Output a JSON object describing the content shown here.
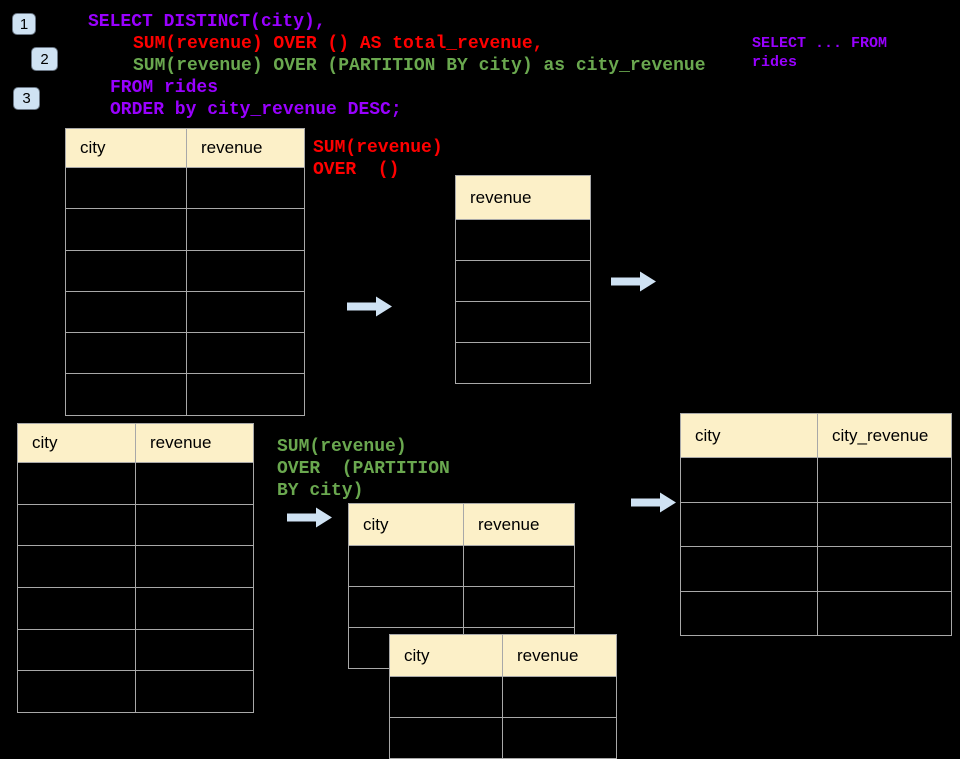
{
  "colors": {
    "background": "#000000",
    "purple": "#9900ff",
    "red": "#ff0000",
    "green": "#6aa84f",
    "header_fill": "#fcf0c8",
    "table_border": "#a8a8a8",
    "arrow_fill": "#cfe2f3",
    "badge_fill": "#cfe2f3"
  },
  "badges": [
    {
      "label": "1"
    },
    {
      "label": "2"
    },
    {
      "label": "3"
    }
  ],
  "code": {
    "lines": [
      {
        "text": "SELECT DISTINCT(city),",
        "color": "#9900ff"
      },
      {
        "text": "SUM(revenue) OVER () AS total_revenue,",
        "color": "#ff0000"
      },
      {
        "text": "SUM(revenue) OVER (PARTITION BY city) as city_revenue",
        "color": "#6aa84f"
      },
      {
        "text": "FROM rides",
        "color": "#9900ff"
      },
      {
        "text": "ORDER by city_revenue DESC;",
        "color": "#9900ff"
      }
    ]
  },
  "side_note": {
    "color": "#9900ff",
    "lines": [
      {
        "text": "SELECT ... FROM"
      },
      {
        "text": "rides"
      }
    ]
  },
  "annotations": {
    "total": {
      "color": "#ff0000",
      "lines": [
        {
          "text": "SUM(revenue)"
        },
        {
          "text": "OVER  ()"
        }
      ]
    },
    "partition": {
      "color": "#6aa84f",
      "lines": [
        {
          "text": "SUM(revenue)"
        },
        {
          "text": "OVER  (PARTITION"
        },
        {
          "text": "BY city)"
        }
      ]
    }
  },
  "tables": [
    {
      "id": "src1",
      "columns": [
        "city",
        "revenue"
      ],
      "body_rows": 6
    },
    {
      "id": "total",
      "columns": [
        "revenue"
      ],
      "body_rows": 4
    },
    {
      "id": "src2",
      "columns": [
        "city",
        "revenue"
      ],
      "body_rows": 6
    },
    {
      "id": "part1",
      "columns": [
        "city",
        "revenue"
      ],
      "body_rows": 3
    },
    {
      "id": "part2",
      "columns": [
        "city",
        "revenue"
      ],
      "body_rows": 2
    },
    {
      "id": "result",
      "columns": [
        "city",
        "city_revenue"
      ],
      "body_rows": 4
    }
  ]
}
